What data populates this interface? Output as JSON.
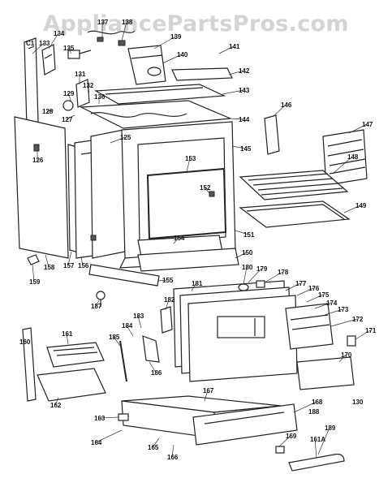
{
  "watermark": "AppliancePartsPros.com",
  "parts": [
    {
      "id": "133"
    },
    {
      "id": "134"
    },
    {
      "id": "135"
    },
    {
      "id": "137"
    },
    {
      "id": "138"
    },
    {
      "id": "139"
    },
    {
      "id": "140"
    },
    {
      "id": "141"
    },
    {
      "id": "142"
    },
    {
      "id": "143"
    },
    {
      "id": "144"
    },
    {
      "id": "145"
    },
    {
      "id": "146"
    },
    {
      "id": "147"
    },
    {
      "id": "148"
    },
    {
      "id": "149"
    },
    {
      "id": "150"
    },
    {
      "id": "151"
    },
    {
      "id": "152"
    },
    {
      "id": "153"
    },
    {
      "id": "154"
    },
    {
      "id": "155"
    },
    {
      "id": "156"
    },
    {
      "id": "157"
    },
    {
      "id": "158"
    },
    {
      "id": "159"
    },
    {
      "id": "160"
    },
    {
      "id": "161"
    },
    {
      "id": "162"
    },
    {
      "id": "163"
    },
    {
      "id": "164"
    },
    {
      "id": "165"
    },
    {
      "id": "166"
    },
    {
      "id": "167"
    },
    {
      "id": "168"
    },
    {
      "id": "169"
    },
    {
      "id": "170"
    },
    {
      "id": "171"
    },
    {
      "id": "172"
    },
    {
      "id": "173"
    },
    {
      "id": "174"
    },
    {
      "id": "175"
    },
    {
      "id": "176"
    },
    {
      "id": "177"
    },
    {
      "id": "178"
    },
    {
      "id": "179"
    },
    {
      "id": "180"
    },
    {
      "id": "181"
    },
    {
      "id": "182"
    },
    {
      "id": "183"
    },
    {
      "id": "184"
    },
    {
      "id": "185"
    },
    {
      "id": "186"
    },
    {
      "id": "187"
    },
    {
      "id": "188"
    },
    {
      "id": "189"
    },
    {
      "id": "125"
    },
    {
      "id": "126"
    },
    {
      "id": "127"
    },
    {
      "id": "128"
    },
    {
      "id": "129"
    },
    {
      "id": "130"
    },
    {
      "id": "131"
    },
    {
      "id": "132"
    },
    {
      "id": "136"
    },
    {
      "id": "161A"
    },
    {
      "id": "C1"
    }
  ]
}
